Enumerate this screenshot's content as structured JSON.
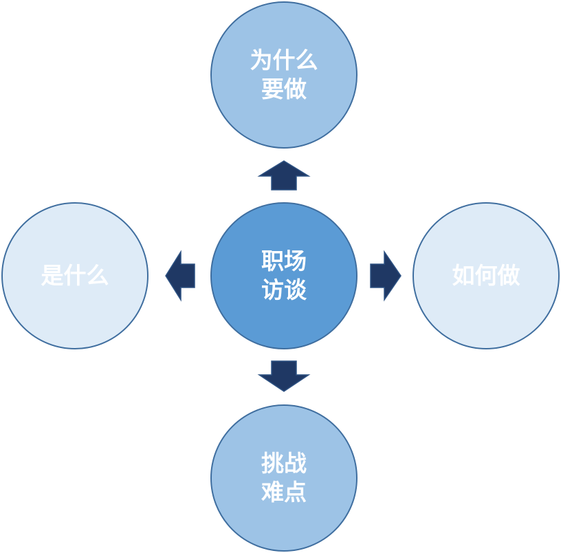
{
  "diagram": {
    "center": {
      "line1": "职场",
      "line2": "访谈"
    },
    "top": {
      "line1": "为什么",
      "line2": "要做"
    },
    "bottom": {
      "line1": "挑战",
      "line2": "难点"
    },
    "left": {
      "line1": "是什么"
    },
    "right": {
      "line1": "如何做"
    }
  },
  "colors": {
    "center_fill": "#5b9bd5",
    "top_bottom_fill": "#9dc3e6",
    "side_fill": "#deebf7",
    "outline": "#3f6e9f",
    "arrow": "#1f3864"
  }
}
